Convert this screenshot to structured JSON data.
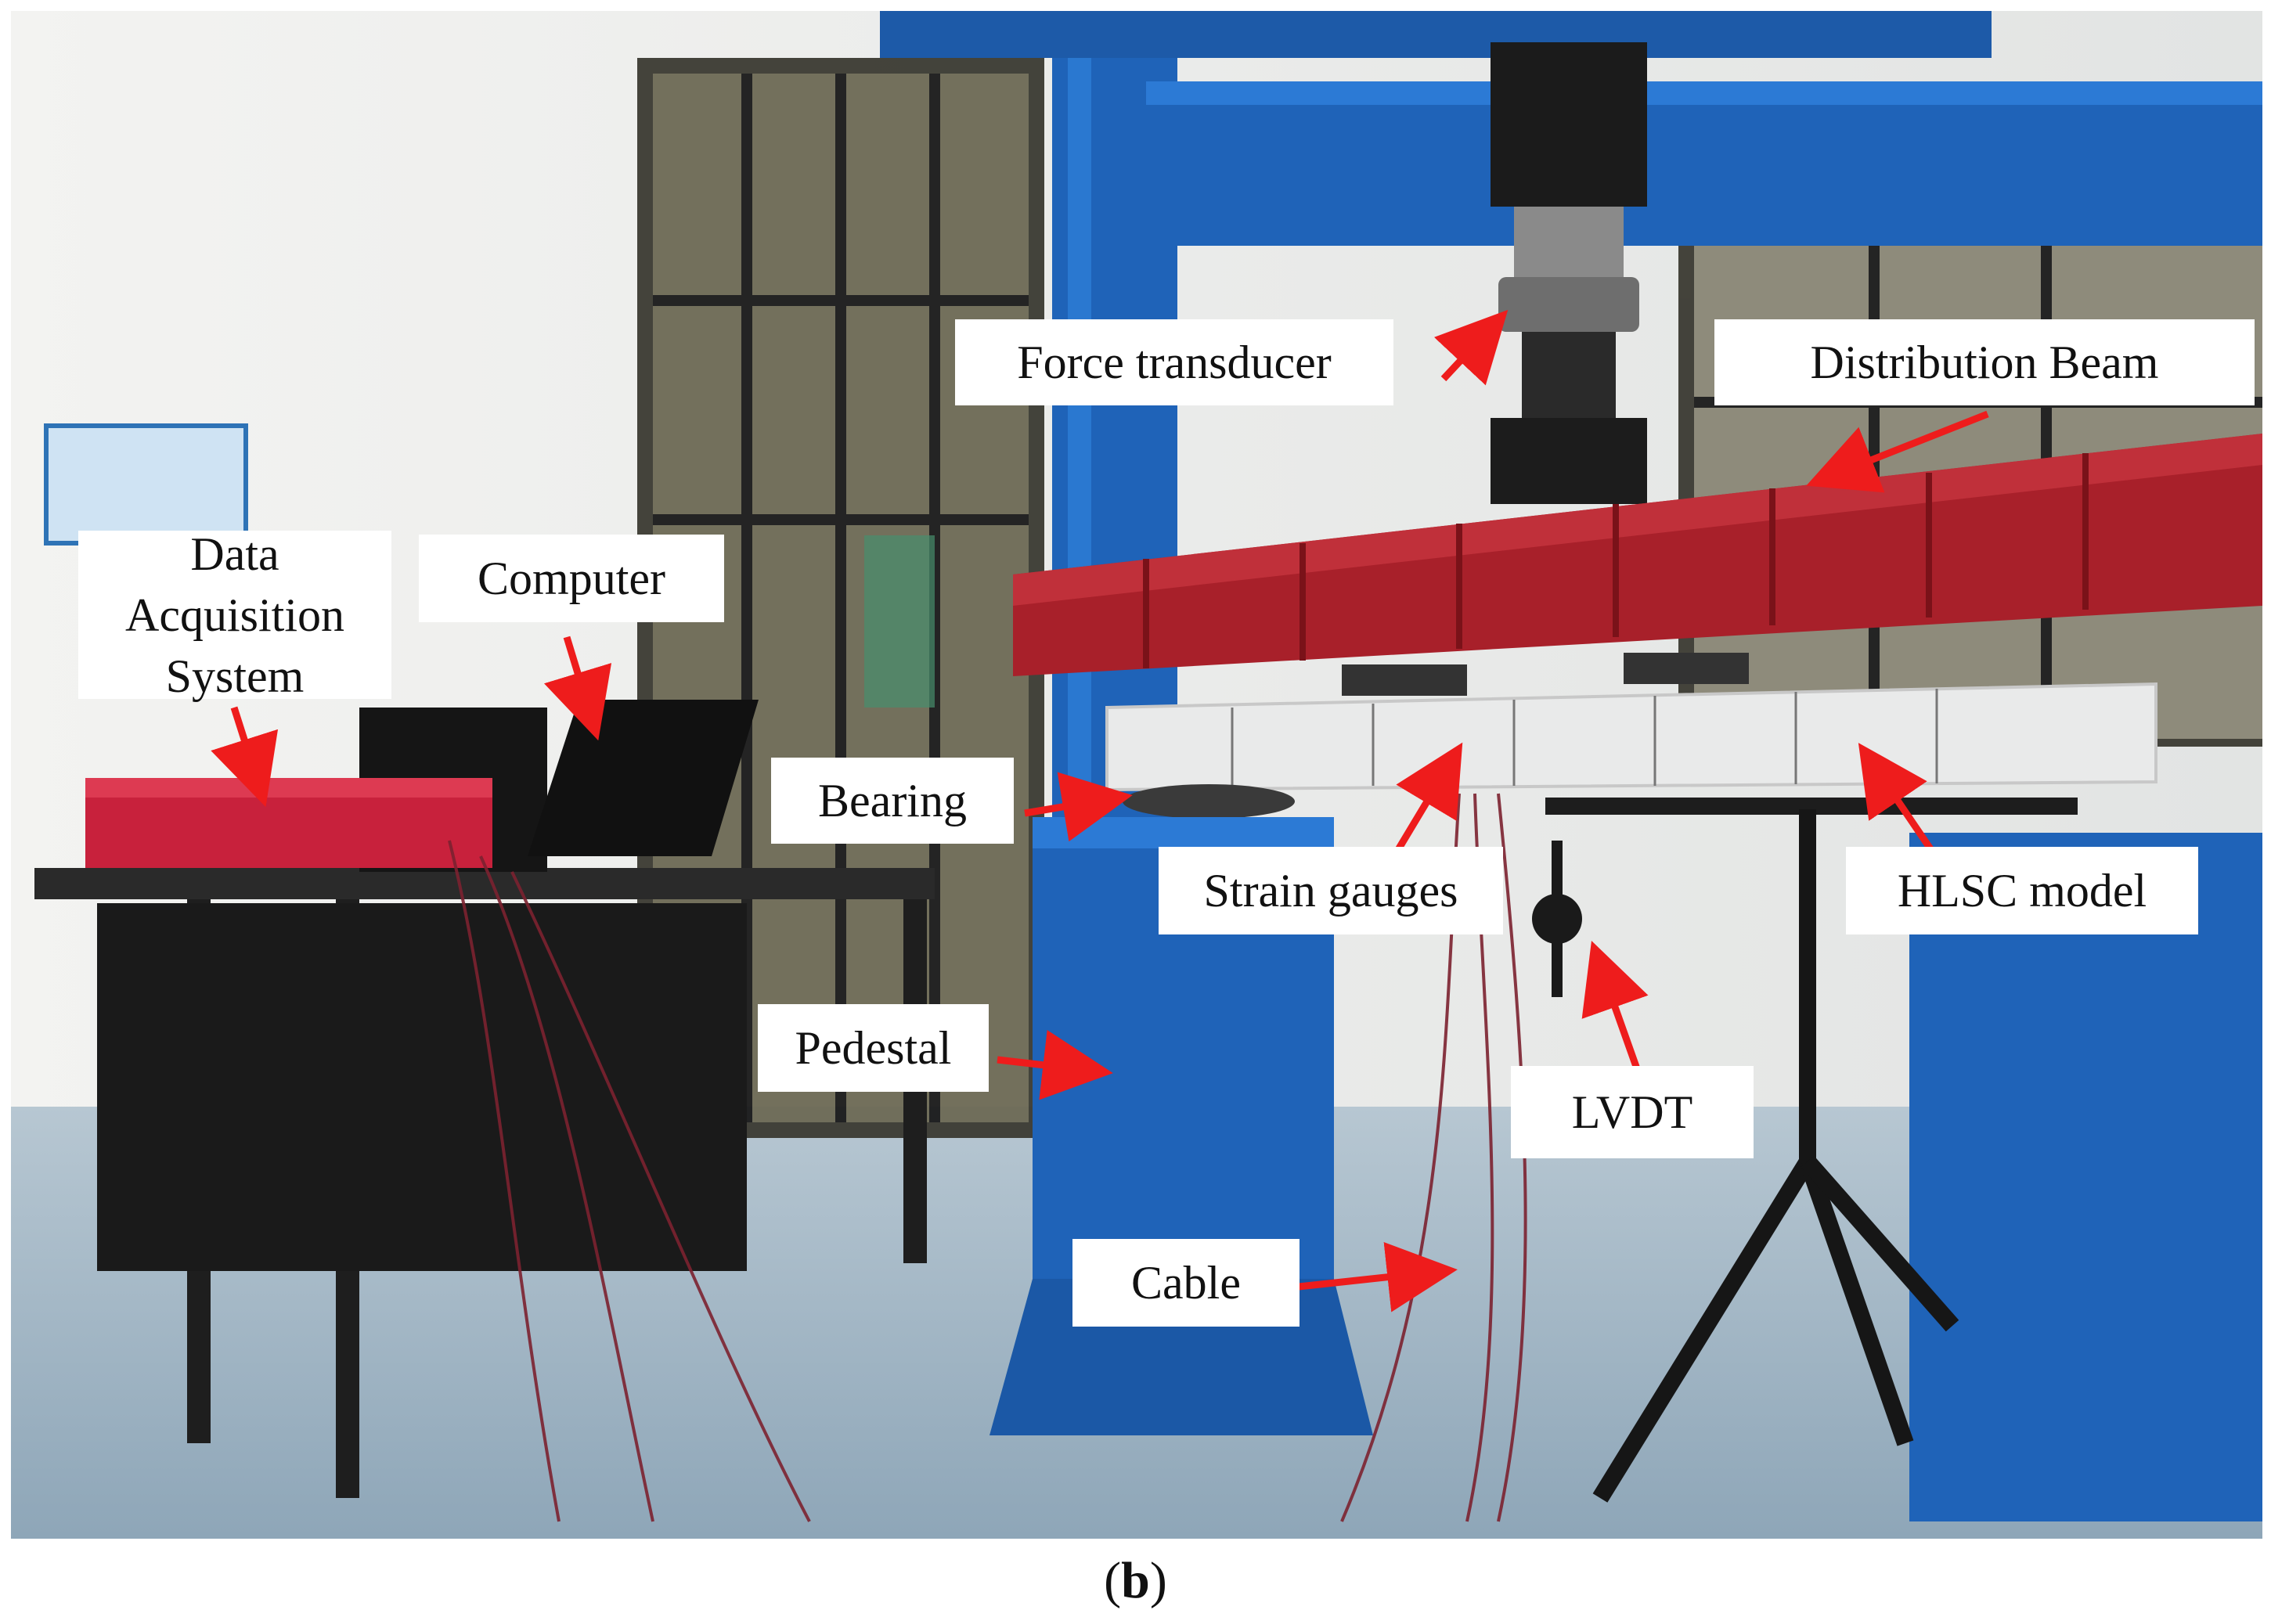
{
  "labels": {
    "force_transducer": "Force transducer",
    "distribution_beam": "Distribution Beam",
    "data_acquisition_line1": "Data",
    "data_acquisition_line2": "Acquisition",
    "data_acquisition_line3": "System",
    "computer": "Computer",
    "bearing": "Bearing",
    "strain_gauges": "Strain gauges",
    "hlsc_model": "HLSC model",
    "pedestal": "Pedestal",
    "lvdt": "LVDT",
    "cable": "Cable"
  },
  "caption": {
    "open": "(",
    "letter": "b",
    "close": ")"
  },
  "colors": {
    "arrow": "#ee1c1c",
    "frame_blue": "#1f63b8",
    "beam_red": "#a8202a",
    "floor": "#9fb4c4",
    "wall": "#eeeeec"
  }
}
